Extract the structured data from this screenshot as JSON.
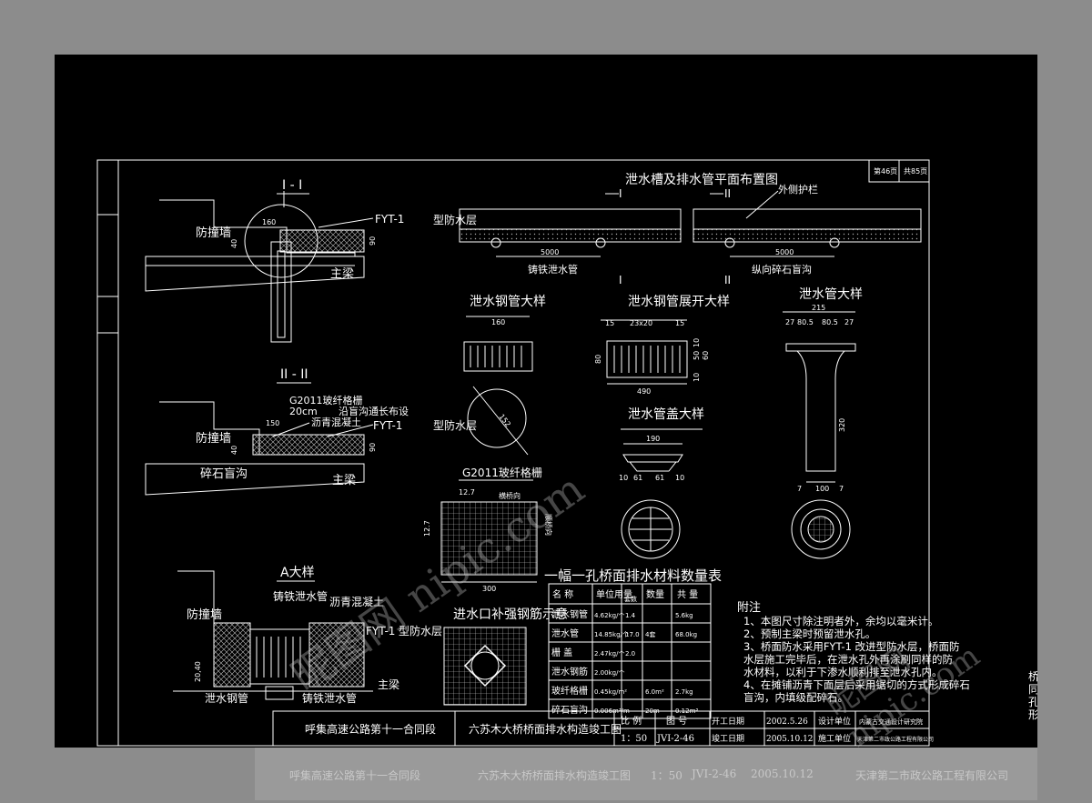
{
  "drawing": {
    "plan_title": "泄水槽及排水管平面布置图",
    "section_i": "I - I",
    "section_ii": "II - II",
    "section_a": "A大样",
    "roman_i": "I",
    "roman_ii": "II",
    "sheet_no": "第46页",
    "sheet_total": "共85页",
    "labels": {
      "fangzhuangqiang": "防撞墙",
      "fangzhuangqiang2": "防撞墙",
      "fangzhuangqiang3": "防撞墙",
      "zhuliang": "主梁",
      "zhuliang2": "主梁",
      "zhuliang3": "主梁",
      "fyt1": "FYT-1",
      "fyt1b": "FYT-1",
      "fyt1c": "FYT-1",
      "xingfangshuiceng": "型防水层",
      "xingfangshuiceng2": "型防水层",
      "xingfangshuiceng3": "型防水层",
      "waicehulan": "外侧护栏",
      "zhutiexieshuiguan": "铸铁泄水管",
      "zhutiexieshuiguan2": "铸铁泄水管",
      "zhutiexieshuiguan3": "铸铁泄水管",
      "zongxiangsuishi": "纵向碎石盲沟",
      "suishimanggou": "碎石盲沟",
      "g2011": "G2011玻纤格栅",
      "g2011b": "G2011玻纤格栅",
      "cm20": "20cm",
      "liqing": "沥青混凝土",
      "liqing2": "沥青混凝土",
      "yanmanggou": "沿盲沟通长布设",
      "xieshuigangguan": "泄水钢管",
      "hengqiaoxiang": "横桥向",
      "shunqiaoxiang": "顺桥向",
      "jinshuikou": "进水口补强钢筋示意",
      "d150": "150",
      "d160": "160",
      "d160b": "160",
      "d90": "90",
      "d90b": "90",
      "d40": "40",
      "d40b": "40",
      "d5000": "5000",
      "d5000b": "5000",
      "d2040": "20,40",
      "d215": "215",
      "d27a": "27",
      "d805a": "80.5",
      "d805b": "80.5",
      "d27b": "27",
      "d320": "320",
      "d100": "100",
      "d7a": "7",
      "d7b": "7",
      "d190": "190",
      "d10a": "10",
      "d61a": "61",
      "d61b": "61",
      "d10b": "10",
      "d490": "490",
      "d23x20": "23x20",
      "d15a": "15",
      "d15b": "15",
      "d80": "80",
      "d50": "50",
      "d60": "60",
      "d10c": "10",
      "d10d": "10",
      "d300": "300",
      "d127": "12.7",
      "d127b": "12.7",
      "d152": "152"
    },
    "detail_titles": {
      "guan": "泄水钢管大样",
      "zhankai": "泄水钢管展开大样",
      "xieshuiguan": "泄水管大样",
      "guangai": "泄水管盖大样",
      "grid": "G2011玻纤格栅"
    },
    "table": {
      "title": "一幅一孔桥面排水材料数量表",
      "headers": [
        "名 称",
        "单位用量",
        "数量",
        "共 量"
      ],
      "corner_label": "套数",
      "rows": [
        [
          "泄水钢管",
          "4.62kg/个",
          "1.4",
          "",
          "5.6kg"
        ],
        [
          "泄水管",
          "14.85kg/个",
          "17.0",
          "4套",
          "68.0kg"
        ],
        [
          "栅 盖",
          "2.47kg/个",
          "2.0",
          "",
          ""
        ],
        [
          "泄水钢筋",
          "2.00kg/个",
          "",
          "",
          ""
        ],
        [
          "玻纤格栅",
          "0.45kg/m²",
          "",
          "6.0m²",
          "2.7kg"
        ],
        [
          "碎石盲沟",
          "0.006m³/m",
          "",
          "20m",
          "0.12m³"
        ]
      ]
    },
    "notes": {
      "title": "附注",
      "items": [
        "1、本图尺寸除注明者外，余均以毫米计。",
        "2、预制主梁时预留泄水孔。",
        "3、桥面防水采用FYT-1 改进型防水层，桥面防",
        "   水层施工完毕后，在泄水孔外再涂刷同样的防",
        "   水材料，以利于下渗水顺利排至泄水孔内。",
        "4、在摊铺沥青下面层后采用锯切的方式形成碎石",
        "   盲沟，内填级配碎石。"
      ]
    },
    "titleblock": {
      "project": "呼集高速公路第十一合同段",
      "drawing_name": "六苏木大桥桥面排水构造竣工图",
      "bili_label": "比 例",
      "bili": "1：50",
      "tuhao_label": "图 号",
      "tuhao": "JVI-2-46",
      "kaigong_label": "开工日期",
      "kaigong": "2002.5.26",
      "jungong_label": "竣工日期",
      "jungong": "2005.10.12",
      "sheji_label": "设计单位",
      "sheji": "内蒙古交通设计研究院",
      "shigong_label": "施工单位",
      "shigong": "天津第二市政公路工程有限公司"
    },
    "edge_fragments": [
      "桥面防",
      "同样的防",
      "孔内。",
      "形成碎石"
    ],
    "watermark": "昵图网 nipic.com"
  }
}
